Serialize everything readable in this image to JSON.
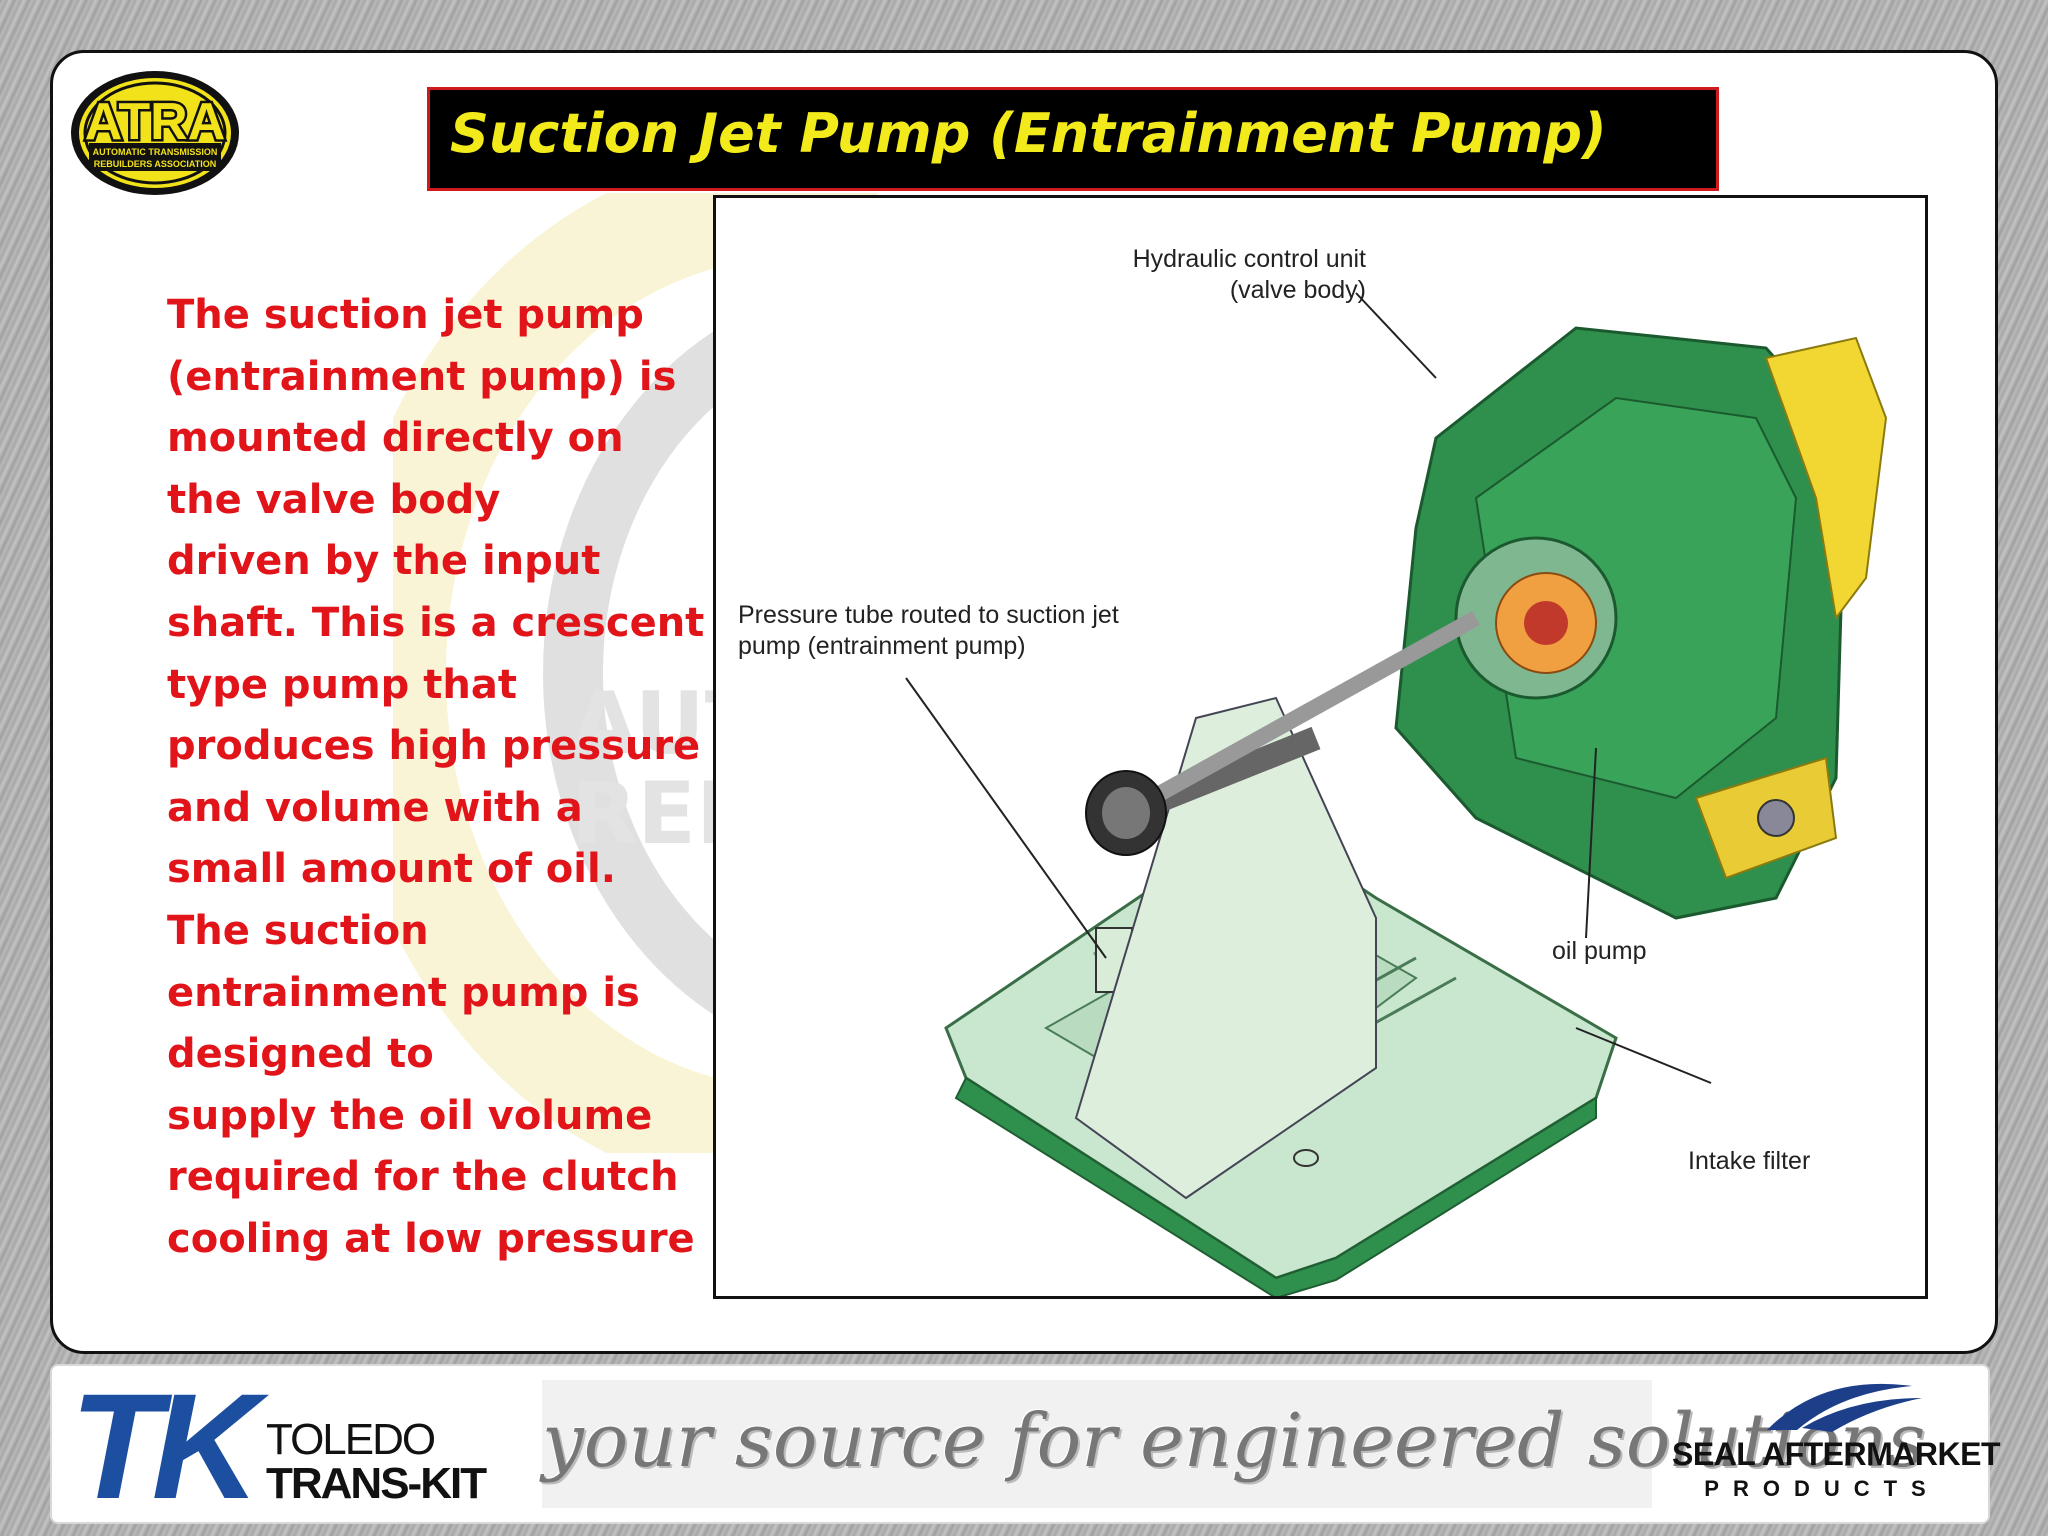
{
  "logos": {
    "atra": {
      "name": "ATRA",
      "subtitle_line1": "AUTOMATIC TRANSMISSION",
      "subtitle_line2": "REBUILDERS ASSOCIATION"
    },
    "watermark": {
      "line1": "AUTO",
      "line2": "REBU"
    }
  },
  "title": "Suction Jet Pump (Entrainment Pump)",
  "body_text": "The suction jet pump\n(entrainment pump) is\nmounted directly on\nthe valve body\ndriven by the input\nshaft. This is a crescent\ntype pump that\nproduces high pressure\nand volume with a\nsmall amount of oil.\nThe suction\nentrainment pump is\ndesigned to\nsupply the oil volume\nrequired for the clutch\ncooling at low pressure",
  "figure": {
    "labels": {
      "hydraulic_control_unit": "Hydraulic control unit\n(valve body)",
      "pressure_tube": "Pressure tube routed to suction jet\npump (entrainment pump)",
      "oil_pump": "oil pump",
      "intake_filter": "Intake filter"
    }
  },
  "footer": {
    "tk_logo": {
      "mark": "TK",
      "line1": "TOLEDO",
      "line2": "TRANS-KIT"
    },
    "tagline": "your source for engineered solutions",
    "seal_logo": {
      "line1": "SEAL AFTERMARKET",
      "line2": "PRODUCTS"
    }
  },
  "colors": {
    "title_bg": "#000000",
    "title_text": "#f3ea1c",
    "title_border": "#d0191b",
    "body_text": "#e1141a",
    "pump_green": "#2f8f4c",
    "filter_green": "#c9e6cf",
    "tk_blue": "#1d4fa0"
  }
}
